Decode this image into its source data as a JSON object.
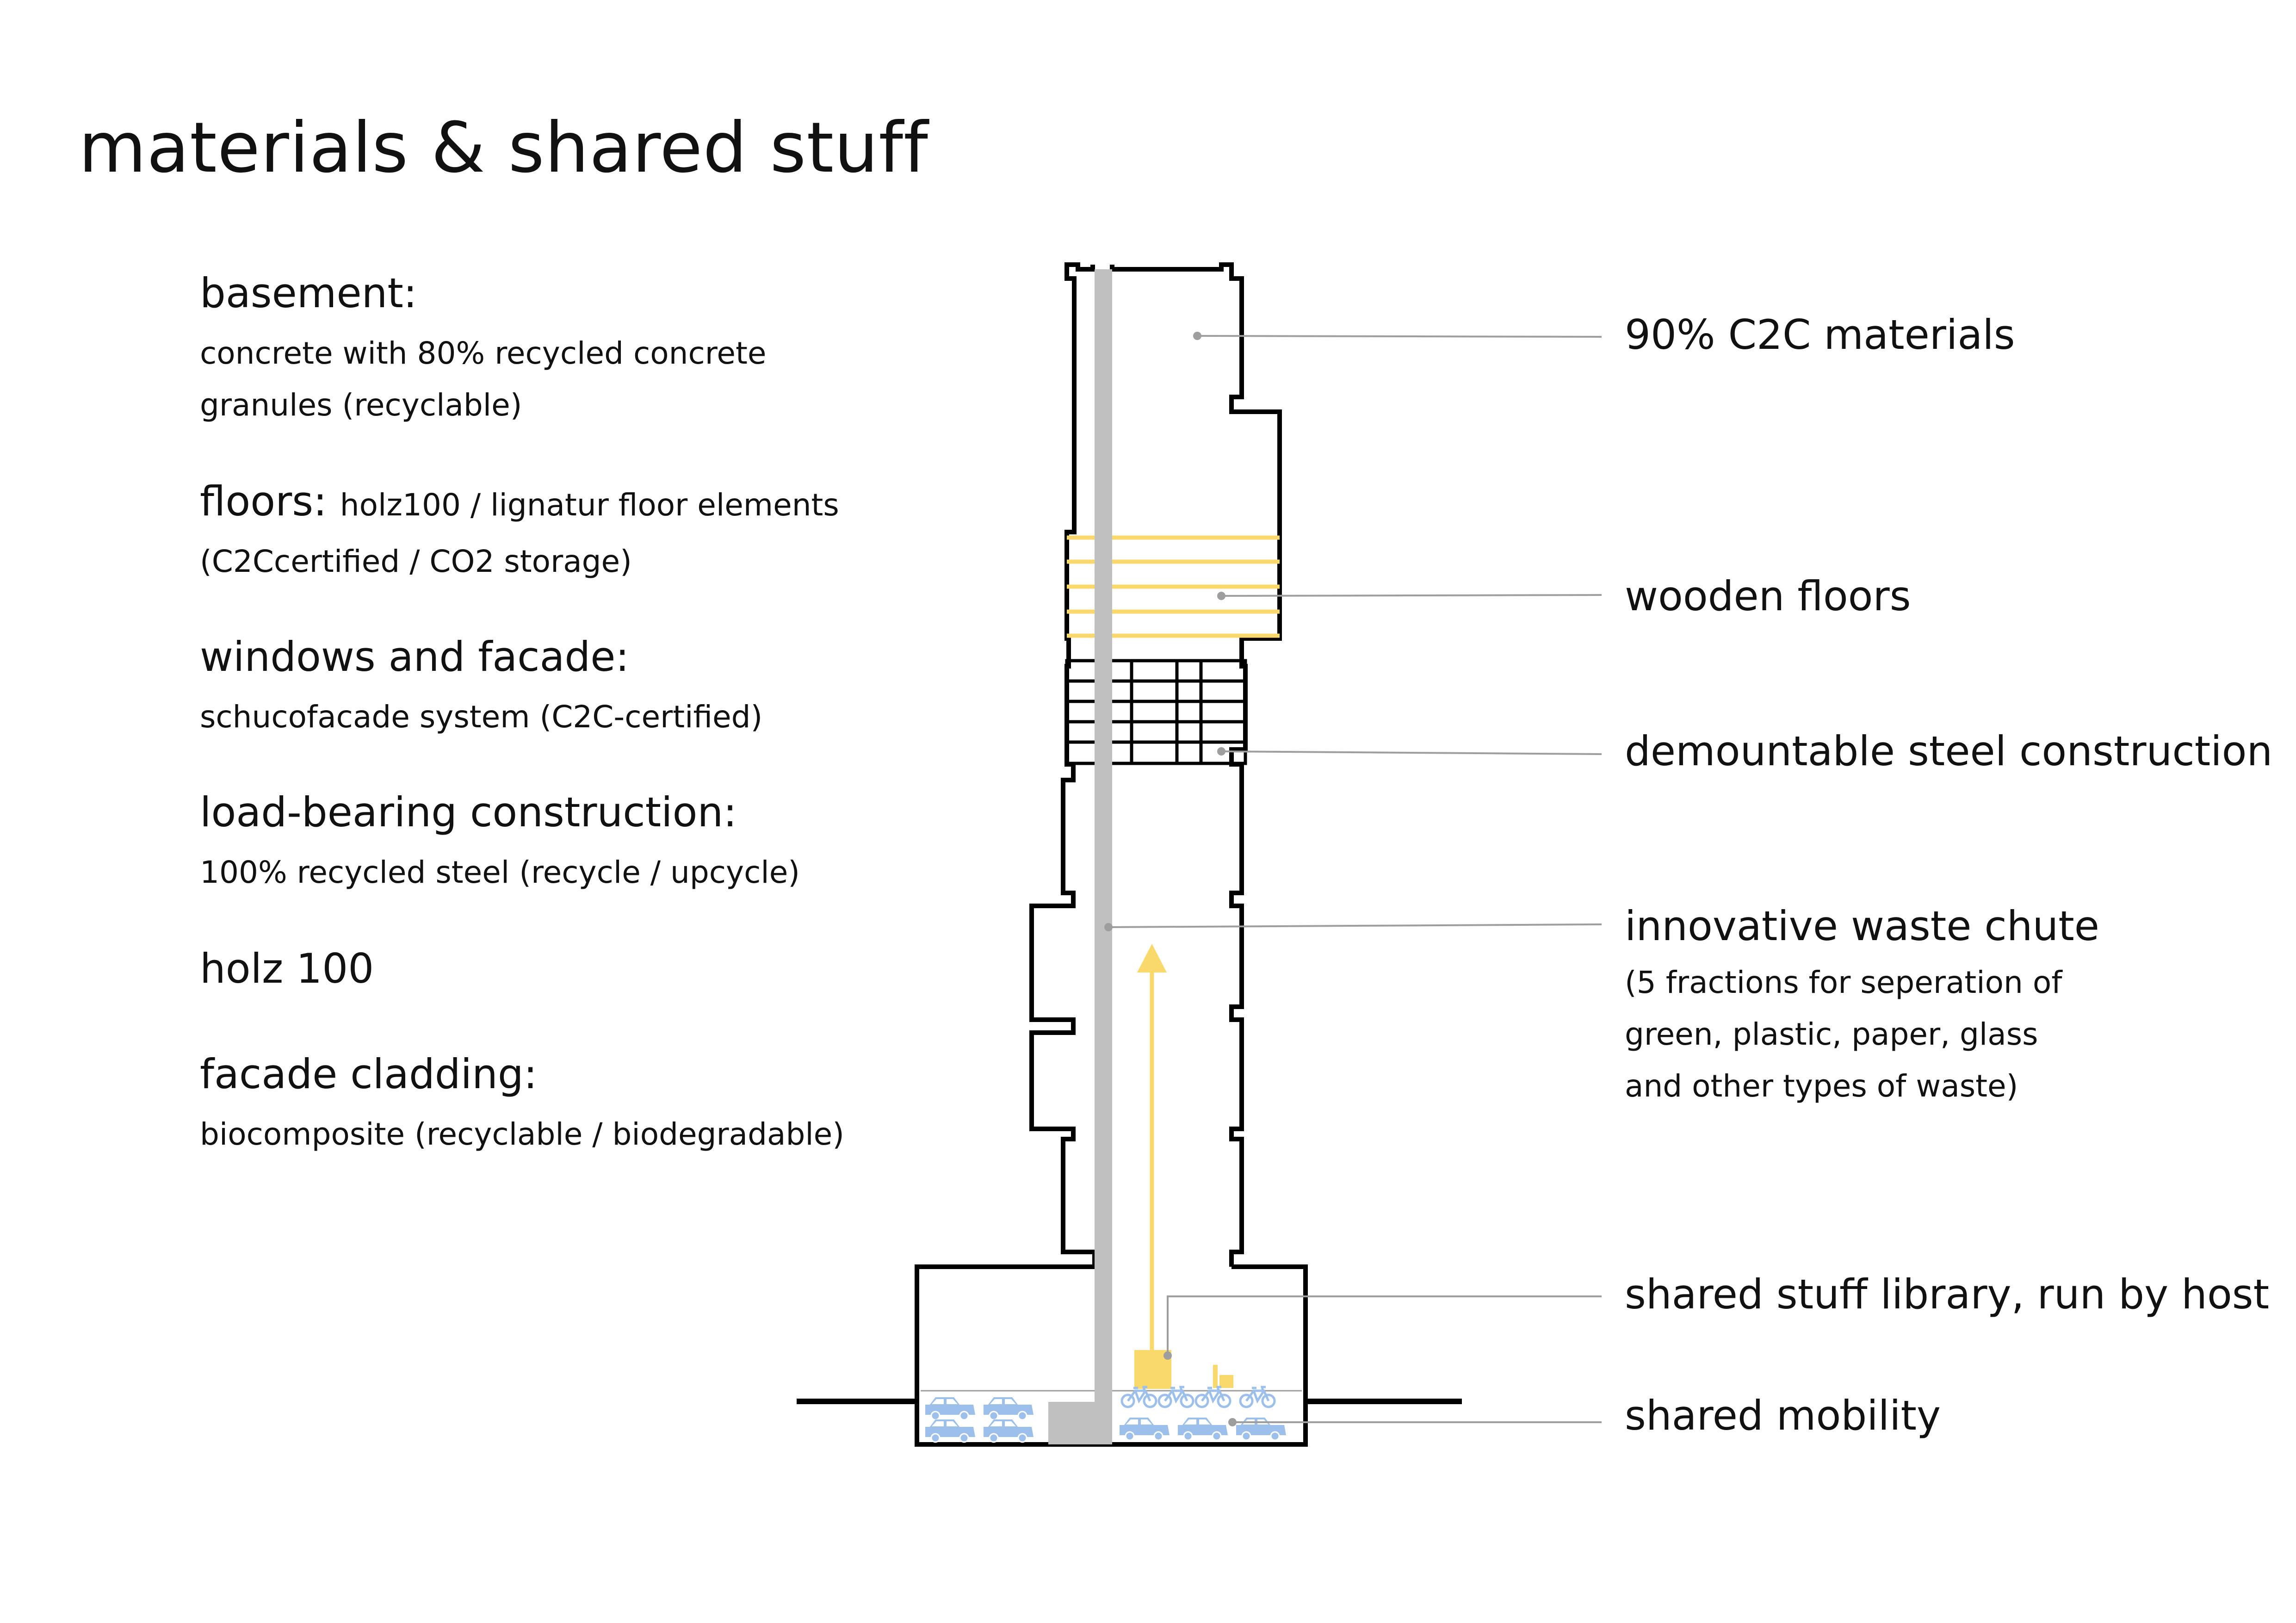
{
  "title": "materials & shared stuff",
  "specs": [
    {
      "heading": "basement:",
      "lines": [
        "concrete with 80% recycled concrete",
        "granules (recyclable)"
      ]
    },
    {
      "heading": "floors:",
      "inline": "holz100 / lignatur floor elements",
      "lines": [
        "(C2Ccertified / CO2 storage)"
      ]
    },
    {
      "heading": "windows and facade:",
      "lines": [
        "schucofacade system (C2C-certified)"
      ]
    },
    {
      "heading": "load-bearing construction:",
      "lines": [
        "100% recycled steel (recycle / upcycle)"
      ]
    },
    {
      "heading": "holz 100",
      "lines": []
    },
    {
      "heading": "facade cladding:",
      "lines": [
        "biocomposite (recyclable / biodegradable)"
      ]
    }
  ],
  "labels": {
    "c2c": "90% C2C materials",
    "wooden_floors": "wooden floors",
    "steel": "demountable steel construction",
    "waste_chute": "innovative waste chute",
    "waste_chute_sub": [
      "(5 fractions for seperation of",
      "green, plastic, paper, glass",
      "and other types of waste)"
    ],
    "library": "shared stuff library, run by host",
    "mobility": "shared mobility"
  },
  "colors": {
    "yellow": "#f9d96b",
    "blue": "#9cc0ea",
    "grey": "#c0c0c0",
    "line": "#9e9e9e",
    "outline": "#000000"
  },
  "icons": [
    "car-icon",
    "bicycle-icon",
    "scooter-icon",
    "up-arrow-icon"
  ]
}
